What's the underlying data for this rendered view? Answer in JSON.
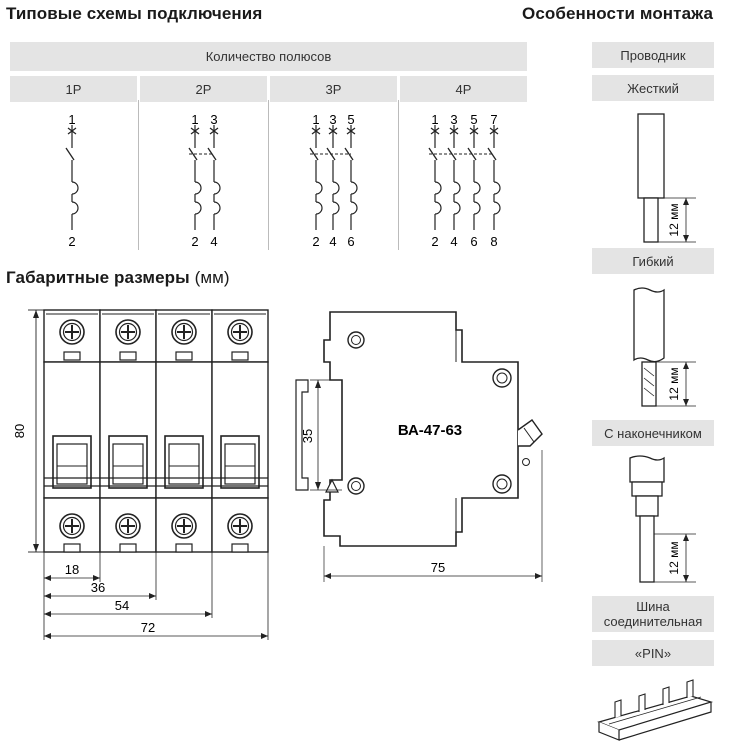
{
  "headers": {
    "wiring_title": "Типовые схемы подключения",
    "mounting_title": "Особенности монтажа",
    "dimensions_title": "Габаритные размеры",
    "dimensions_unit": "(мм)"
  },
  "poles_table": {
    "header": "Количество полюсов",
    "columns": [
      {
        "label": "1P",
        "top": [
          "1"
        ],
        "bottom": [
          "2"
        ]
      },
      {
        "label": "2P",
        "top": [
          "1",
          "3"
        ],
        "bottom": [
          "2",
          "4"
        ]
      },
      {
        "label": "3P",
        "top": [
          "1",
          "3",
          "5"
        ],
        "bottom": [
          "2",
          "4",
          "6"
        ]
      },
      {
        "label": "4P",
        "top": [
          "1",
          "3",
          "5",
          "7"
        ],
        "bottom": [
          "2",
          "4",
          "6",
          "8"
        ]
      }
    ]
  },
  "dimensions": {
    "height": "80",
    "widths": [
      "18",
      "36",
      "54",
      "72"
    ],
    "rail": "35",
    "depth": "75",
    "model": "ВА-47-63"
  },
  "mounting": {
    "conductor_header": "Проводник",
    "rigid": "Жесткий",
    "flexible": "Гибкий",
    "with_ferrule": "С наконечником",
    "strip_length": "12 мм",
    "busbar_line1": "Шина",
    "busbar_line2": "соединительная",
    "busbar_type": "«PIN»"
  }
}
